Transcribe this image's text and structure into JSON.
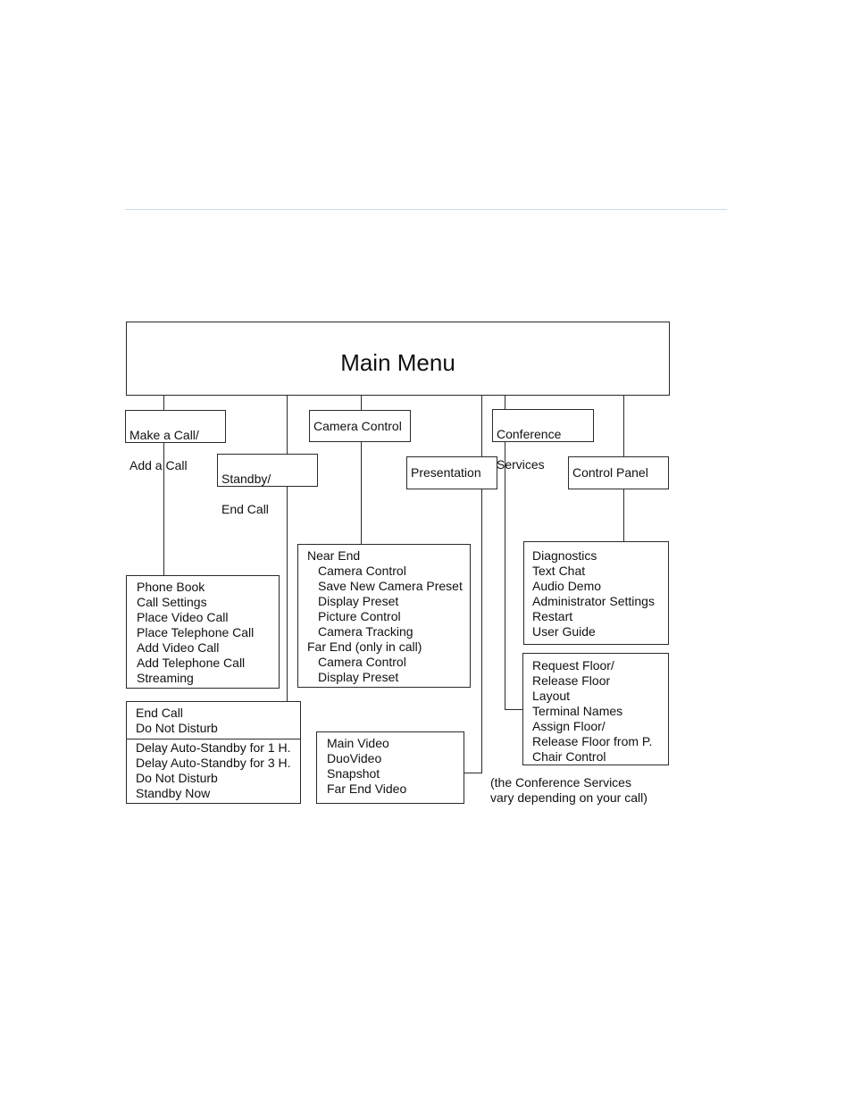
{
  "diagram": {
    "main_menu": {
      "label": "Main Menu"
    },
    "nodes": {
      "make_call": {
        "lines": [
          "Make a Call/",
          "Add a Call"
        ]
      },
      "standby_end": {
        "lines": [
          "Standby/",
          "End Call"
        ]
      },
      "camera_control": {
        "label": "Camera Control"
      },
      "presentation": {
        "label": "Presentation"
      },
      "conference_services": {
        "lines": [
          "Conference",
          "Services"
        ]
      },
      "control_panel": {
        "label": "Control Panel"
      }
    },
    "lists": {
      "make_call_items": [
        "Phone Book",
        "Call Settings",
        "Place Video Call",
        "Place Telephone Call",
        "Add Video Call",
        "Add Telephone Call",
        "Streaming"
      ],
      "end_call_items": [
        "End Call",
        "Do Not Disturb"
      ],
      "standby_items": [
        "Delay Auto-Standby for 1 H.",
        "Delay Auto-Standby for 3 H.",
        "Do Not Disturb",
        "Standby Now"
      ],
      "camera_items": [
        {
          "text": "Near End",
          "indent": 0
        },
        {
          "text": "Camera Control",
          "indent": 1
        },
        {
          "text": "Save New Camera Preset",
          "indent": 1
        },
        {
          "text": "Display Preset",
          "indent": 1
        },
        {
          "text": "Picture Control",
          "indent": 1
        },
        {
          "text": "Camera Tracking",
          "indent": 1
        },
        {
          "text": "Far End (only in call)",
          "indent": 0
        },
        {
          "text": "Camera Control",
          "indent": 1
        },
        {
          "text": "Display Preset",
          "indent": 1
        }
      ],
      "presentation_items": [
        "Main Video",
        "DuoVideo",
        "Snapshot",
        "Far End Video"
      ],
      "control_panel_items": [
        "Diagnostics",
        "Text Chat",
        "Audio Demo",
        "Administrator Settings",
        "Restart",
        "User Guide"
      ],
      "conference_items": [
        "Request Floor/",
        "Release Floor",
        "Layout",
        "Terminal Names",
        "Assign Floor/",
        "Release Floor from P.",
        "Chair Control"
      ]
    },
    "note": [
      "(the Conference Services",
      "vary depending on your call)"
    ]
  }
}
